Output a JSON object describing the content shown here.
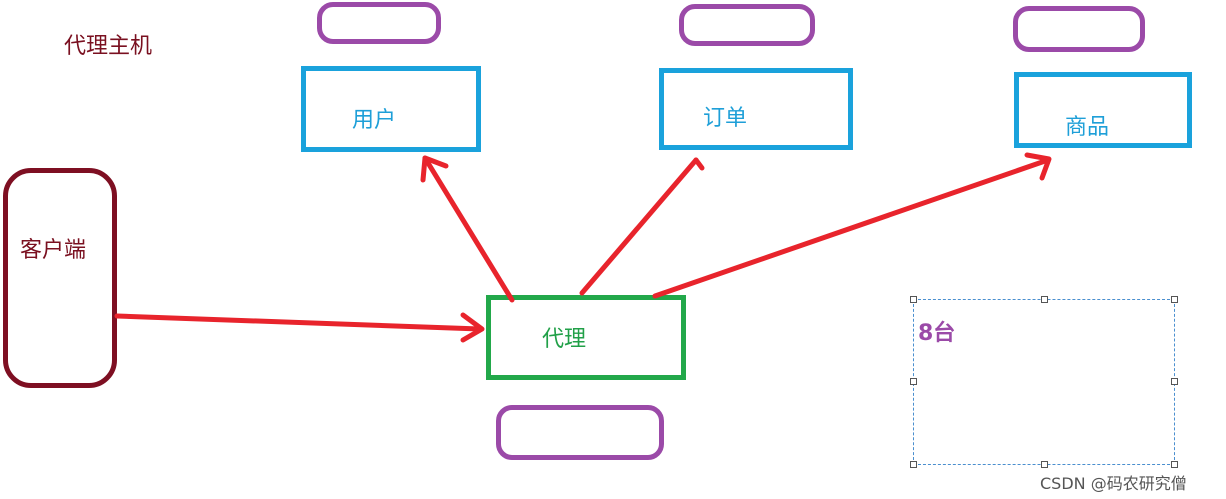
{
  "title": "代理主机",
  "client": {
    "label": "客户端"
  },
  "proxy": {
    "label": "代理"
  },
  "services": [
    {
      "label": "用户"
    },
    {
      "label": "订单"
    },
    {
      "label": "商品"
    }
  ],
  "selection": {
    "label": "8台"
  },
  "watermark": "CSDN @码农研究僧",
  "colors": {
    "client": "#7e0f22",
    "service": "#1aa2dc",
    "proxy": "#22a84a",
    "pill": "#9b4aa8",
    "arrow": "#e8242c"
  }
}
